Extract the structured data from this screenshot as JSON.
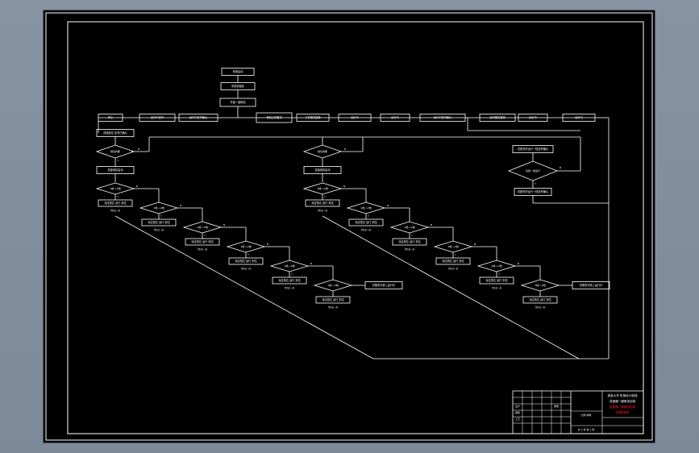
{
  "drawing": {
    "top_boxes": [
      "系统启动",
      "系统初始化",
      "开始一键换挡"
    ],
    "header_left": [
      "停止",
      "运行中信号",
      "运行中信号确认"
    ],
    "header_center": "电机工作模式",
    "header_right": [
      "工作模式选择",
      "运行中",
      "运行中",
      "运行中信号确认",
      "运行模式选择",
      "运行中",
      "运行中"
    ],
    "start_box": "初始档位 信号已确认",
    "decision_left": "档位判断",
    "decision_mid": "档位判断",
    "decision_right": "切换一档运行",
    "action_box": "变速电机启动",
    "right_result": "切换完毕运行一档信号确认",
    "step_cond": "1档->2档",
    "step_result": "对应档位 运行 到位",
    "step_note": "到位后一档",
    "last_box_left": "切换完毕进入运行中",
    "last_box_right": "切换完毕进入运行中",
    "yes": "Y",
    "no": "N",
    "title_block": {
      "header": "某某大学 机械设计制造",
      "project": "变速器一键换挡控制",
      "drawing_title": "控制流程",
      "sheet_info": "共 1 张 第 1 张",
      "row_labels": [
        "设计",
        "审核",
        "工艺"
      ],
      "scale_label": "比例",
      "material_label": "材料",
      "mass_label": "重量"
    },
    "colors": {
      "background": "#000000",
      "line": "#ffffff",
      "accent": "#ff2020",
      "outer": "#8090a0"
    }
  }
}
